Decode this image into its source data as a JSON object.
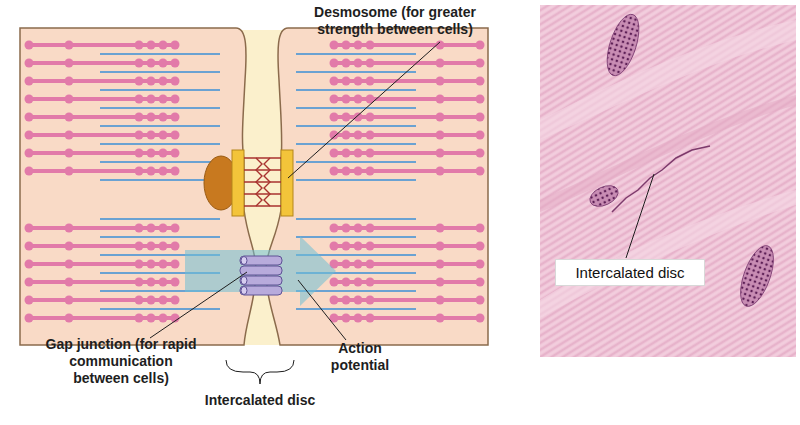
{
  "diagram": {
    "nodes": [
      {
        "text": [
          "Intercalated disc"
        ]
      }
    ],
    "labels": [
      "Desmosome (for greater strength between cells)",
      "Gap junction (for rapid communication between cells)",
      "Action potential",
      "Intercalated disc"
    ]
  }
}
